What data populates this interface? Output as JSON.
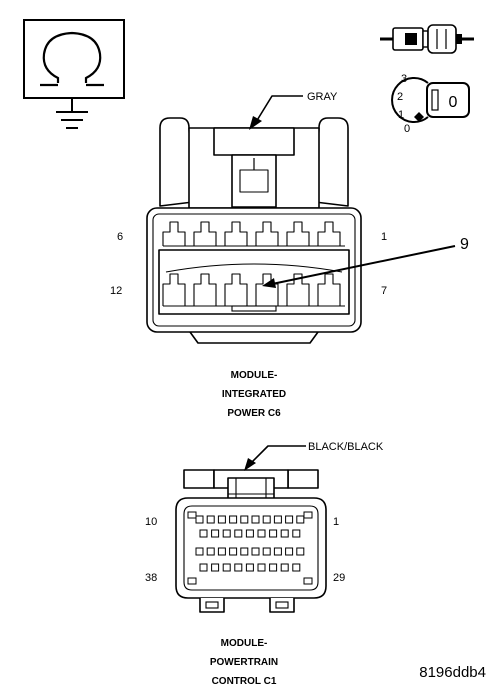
{
  "symbols": {
    "ohmmeter_icon": "ohmmeter-icon",
    "connector_side_icon": "connector-side-view-icon",
    "ignition_icon": "ignition-key-icon",
    "ignition_positions": [
      "3",
      "2",
      "1",
      "0"
    ],
    "ignition_key_label": "0"
  },
  "connector_c6": {
    "wire_color": "GRAY",
    "pin_top_left": "6",
    "pin_top_right": "1",
    "pin_bottom_left": "12",
    "pin_bottom_right": "7",
    "callout": "9",
    "name_line1": "MODULE-",
    "name_line2": "INTEGRATED",
    "name_line3": "POWER C6"
  },
  "connector_c1": {
    "wire_color": "BLACK/BLACK",
    "pin_top_left": "10",
    "pin_top_right": "1",
    "pin_bottom_left": "38",
    "pin_bottom_right": "29",
    "name_line1": "MODULE-",
    "name_line2": "POWERTRAIN",
    "name_line3": "CONTROL C1"
  },
  "figure_id": "8196ddb4"
}
